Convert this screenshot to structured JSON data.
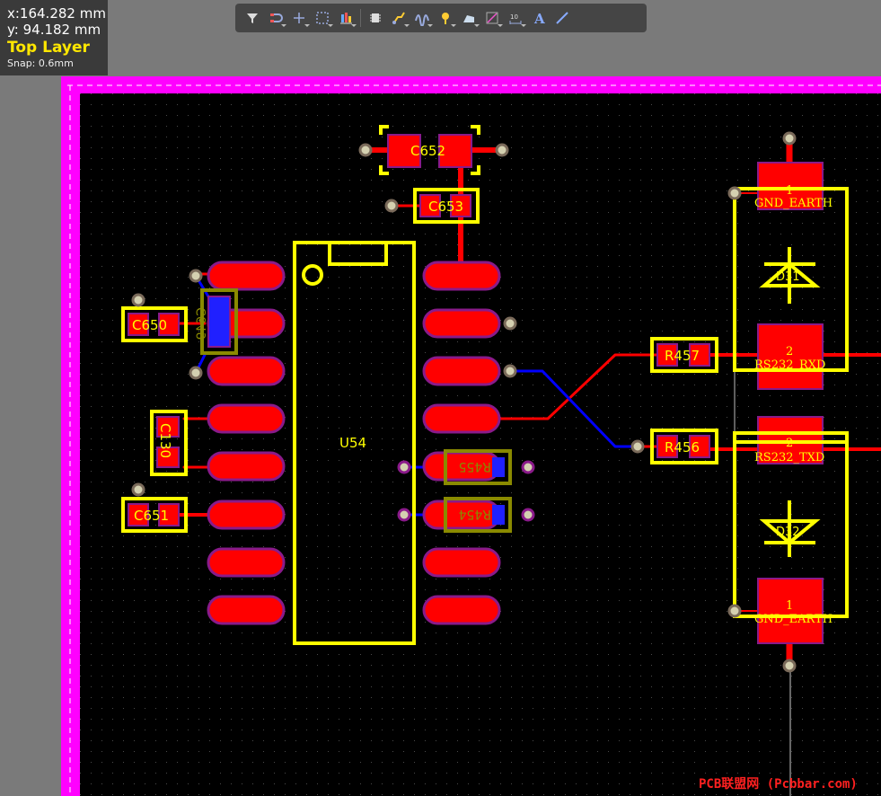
{
  "status": {
    "x": "x:164.282 mm",
    "y": "y: 94.182  mm",
    "layer": "Top Layer",
    "snap": "Snap: 0.6mm"
  },
  "toolbar": {
    "icons": [
      "filter-icon",
      "route-icon",
      "cross-icon",
      "select-rect-icon",
      "align-icon",
      "component-icon",
      "interactive-route-icon",
      "diff-pair-icon",
      "via-icon",
      "polygon-icon",
      "dimension-icon",
      "string-icon",
      "text-icon",
      "line-icon"
    ]
  },
  "components": {
    "c652": "C652",
    "c653": "C653",
    "c650": "C650",
    "c649": "C649",
    "c130": "C130",
    "c651": "C651",
    "u54": "U54",
    "r455": "R455",
    "r454": "R454",
    "r457": "R457",
    "r456": "R456",
    "d31_label": "D31",
    "d32_label": "D32",
    "pad1_top": "1",
    "net_gnd_top": "GND_EARTH",
    "pad2_top": "2",
    "net_rxd": "RS232_RXD",
    "pad2_bottom": "2",
    "net_txd": "RS232_TXD",
    "pad1_bottom": "1",
    "net_gnd_bottom": "GND_EARTH"
  },
  "colors": {
    "board_outline": "#ff00ff",
    "top_layer": "#ff0000",
    "bottom_layer": "#0000ff",
    "silkscreen": "#ffff00",
    "pad_ring": "#8a1a8a",
    "background": "#000000"
  },
  "watermark": "PCB联盟网 (Pcbbar.com)"
}
